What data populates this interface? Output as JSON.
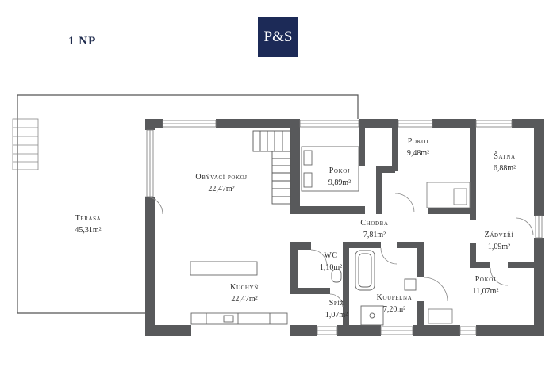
{
  "floor": {
    "label": "1 NP"
  },
  "logo": {
    "text": "P&S"
  },
  "colors": {
    "wall": "#58595b",
    "outline": "#555555",
    "logo_bg": "#1c2a57"
  },
  "rooms": {
    "obyvaci": {
      "name": "Obývací pokoj",
      "area": "22,47m²"
    },
    "pokoj1": {
      "name": "Pokoj",
      "area": "9,89m²"
    },
    "pokoj2": {
      "name": "Pokoj",
      "area": "9,48m²"
    },
    "satna": {
      "name": "Šatna",
      "area": "6,88m²"
    },
    "terasa": {
      "name": "Terasa",
      "area": "45,31m²"
    },
    "chodba": {
      "name": "Chodba",
      "area": "7,81m²"
    },
    "zadveri": {
      "name": "Zádveří",
      "area": "1,09m²"
    },
    "wc": {
      "name": "WC",
      "area": "1,10m²"
    },
    "kuchyn": {
      "name": "Kuchyň",
      "area": "22,47m²"
    },
    "pokoj3": {
      "name": "Pokoj",
      "area": "11,07m²"
    },
    "spiz": {
      "name": "Spíž",
      "area": "1,07m²"
    },
    "koupelna": {
      "name": "Koupelna",
      "area": "7,20m²"
    }
  }
}
